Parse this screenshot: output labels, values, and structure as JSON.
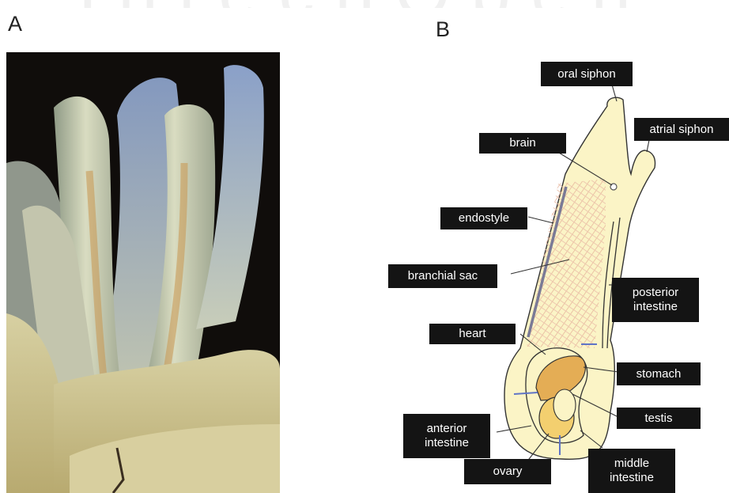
{
  "watermark": "IntechOpen",
  "panels": {
    "a": {
      "letter": "A"
    },
    "b": {
      "letter": "B"
    }
  },
  "labels": {
    "oral_siphon": "oral siphon",
    "atrial_siphon": "atrial siphon",
    "brain": "brain",
    "endostyle": "endostyle",
    "branchial_sac": "branchial sac",
    "posterior_intestine": "posterior\nintestine",
    "heart": "heart",
    "stomach": "stomach",
    "testis": "testis",
    "anterior_intestine": "anterior\nintestine",
    "ovary": "ovary",
    "middle_intestine": "middle\nintestine"
  },
  "colors": {
    "label_bg": "#141414",
    "label_text": "#ffffff",
    "body_fill": "#fbf4c6",
    "stomach_fill": "#e4ad55",
    "ovary_fill": "#f3cf6f",
    "branchial_hatch": "#e9b69e",
    "endostyle_line": "#7a7a96",
    "blue_line": "#5f74c6"
  }
}
